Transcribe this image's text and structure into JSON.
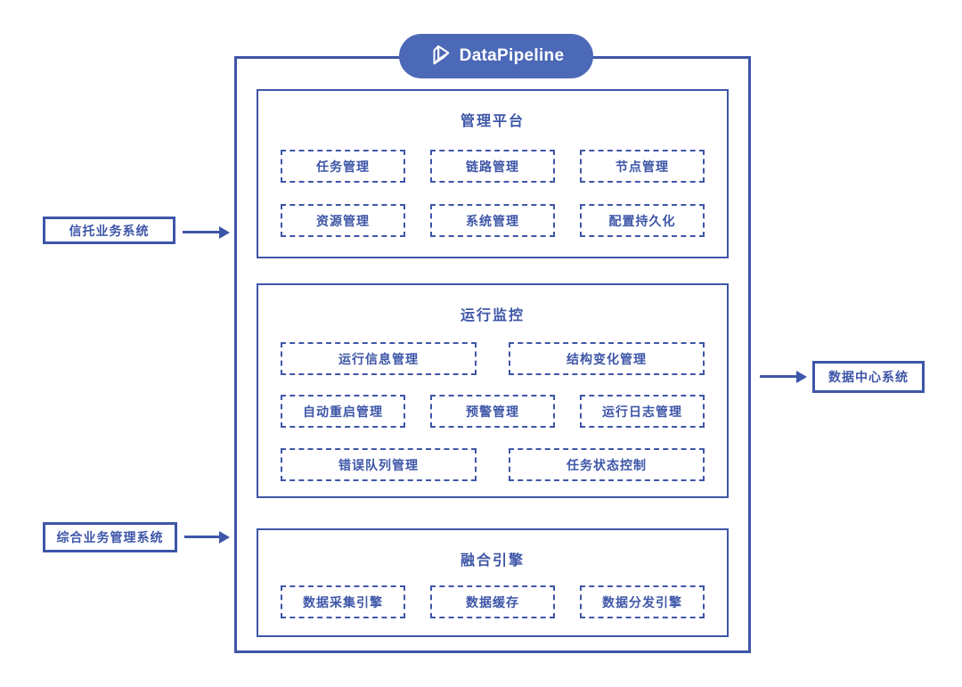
{
  "pill": {
    "brand": "DataPipeline",
    "logo_icon": "datapipeline-3d-logo",
    "bg_color": "#4C69B8"
  },
  "colors": {
    "primary": "#3E56A8",
    "background": "#FFFFFF",
    "pill_text": "#FFFFFF"
  },
  "external_systems": {
    "trust": "信托业务系统",
    "comprehensive": "综合业务管理系统",
    "datacenter": "数据中心系统"
  },
  "icons": {
    "arrow": "arrow-right"
  },
  "sections": {
    "management": {
      "title": "管理平台",
      "row1": [
        "任务管理",
        "链路管理",
        "节点管理"
      ],
      "row2": [
        "资源管理",
        "系统管理",
        "配置持久化"
      ]
    },
    "monitoring": {
      "title": "运行监控",
      "row1": [
        "运行信息管理",
        "结构变化管理"
      ],
      "row2": [
        "自动重启管理",
        "预警管理",
        "运行日志管理"
      ],
      "row3": [
        "错误队列管理",
        "任务状态控制"
      ]
    },
    "engine": {
      "title": "融合引擎",
      "row1": [
        "数据采集引擎",
        "数据缓存",
        "数据分发引擎"
      ]
    }
  }
}
